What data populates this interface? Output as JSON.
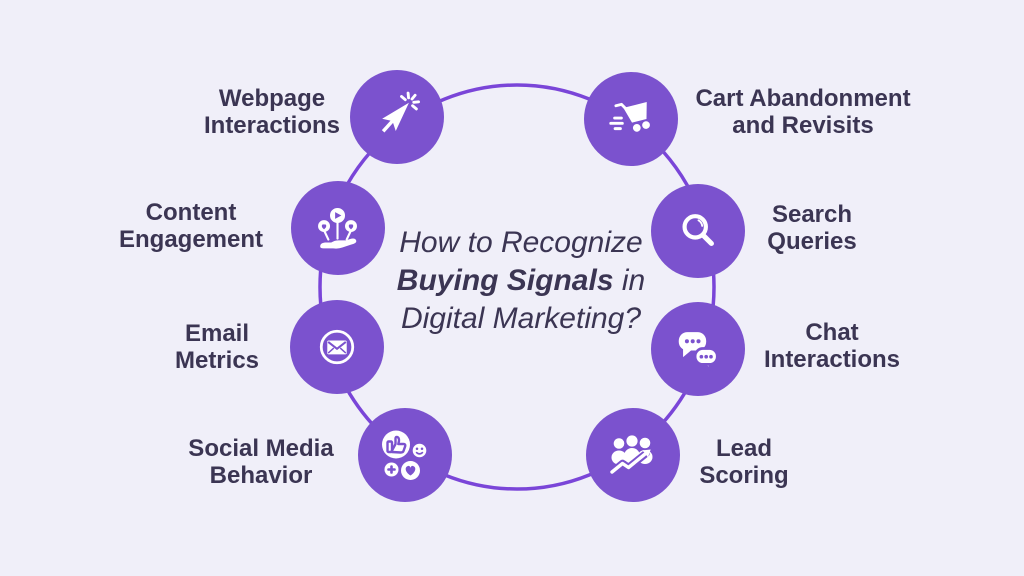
{
  "colors": {
    "background": "#F0EFF9",
    "node": "#7B52CE",
    "ring": "#7A45D8",
    "text": "#3B3553"
  },
  "title": {
    "line1": "How to Recognize",
    "line2_bold": "Buying Signals",
    "line2_rest": " in",
    "line3": "Digital Marketing?"
  },
  "nodes": [
    {
      "id": "webpage-interactions",
      "label": "Webpage\nInteractions",
      "icon": "cursor-click-icon"
    },
    {
      "id": "cart-abandonment-and-revisits",
      "label": "Cart Abandonment\nand Revisits",
      "icon": "shopping-cart-icon"
    },
    {
      "id": "search-queries",
      "label": "Search\nQueries",
      "icon": "magnifier-icon"
    },
    {
      "id": "chat-interactions",
      "label": "Chat\nInteractions",
      "icon": "chat-bubbles-icon"
    },
    {
      "id": "lead-scoring",
      "label": "Lead\nScoring",
      "icon": "people-growth-arrow-icon"
    },
    {
      "id": "social-media-behavior",
      "label": "Social Media\nBehavior",
      "icon": "social-reactions-icon"
    },
    {
      "id": "email-metrics",
      "label": "Email\nMetrics",
      "icon": "envelope-icon"
    },
    {
      "id": "content-engagement",
      "label": "Content\nEngagement",
      "icon": "hand-media-icon"
    }
  ]
}
